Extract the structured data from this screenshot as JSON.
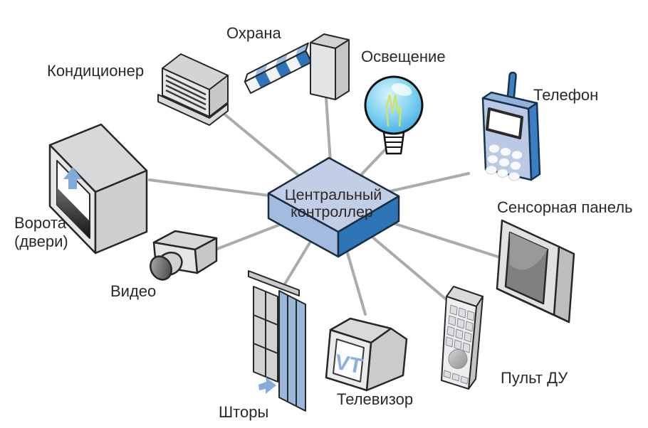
{
  "diagram": {
    "center": {
      "name": "central-controller",
      "label_line1": "Центральный",
      "label_line2": "контроллер"
    },
    "nodes": {
      "air_conditioner": {
        "label": "Кондиционер"
      },
      "security": {
        "label": "Охрана"
      },
      "lighting": {
        "label": "Освещение"
      },
      "phone": {
        "label": "Телефон"
      },
      "touch_panel": {
        "label": "Сенсорная панель"
      },
      "remote": {
        "label": "Пульт ДУ"
      },
      "tv": {
        "label": "Телевизор",
        "screen_text": "VT"
      },
      "curtains": {
        "label": "Шторы"
      },
      "video": {
        "label": "Видео"
      },
      "gates": {
        "label_line1": "Ворота",
        "label_line2": "(двери)"
      }
    },
    "connections": [
      {
        "from": "central-controller",
        "to": "air-conditioner"
      },
      {
        "from": "central-controller",
        "to": "security"
      },
      {
        "from": "central-controller",
        "to": "lighting"
      },
      {
        "from": "central-controller",
        "to": "phone"
      },
      {
        "from": "central-controller",
        "to": "touch-panel"
      },
      {
        "from": "central-controller",
        "to": "remote"
      },
      {
        "from": "central-controller",
        "to": "tv"
      },
      {
        "from": "central-controller",
        "to": "curtains"
      },
      {
        "from": "central-controller",
        "to": "video"
      },
      {
        "from": "central-controller",
        "to": "gates"
      }
    ],
    "colors": {
      "connection_line": "#a9abad",
      "outline": "#272727",
      "box_top": "#c2cee6",
      "box_left": "#a3bbde",
      "box_right": "#2e74b8",
      "accent_blue": "#3b7ec4",
      "stripe_blue": "#2f74b8",
      "curtain_blue": "#9bb8da",
      "arrow_blue": "#85acd8",
      "bulb_blue": "#5fc6ee",
      "device_gray": "#e2e4e6",
      "text": "#2c2829"
    }
  }
}
